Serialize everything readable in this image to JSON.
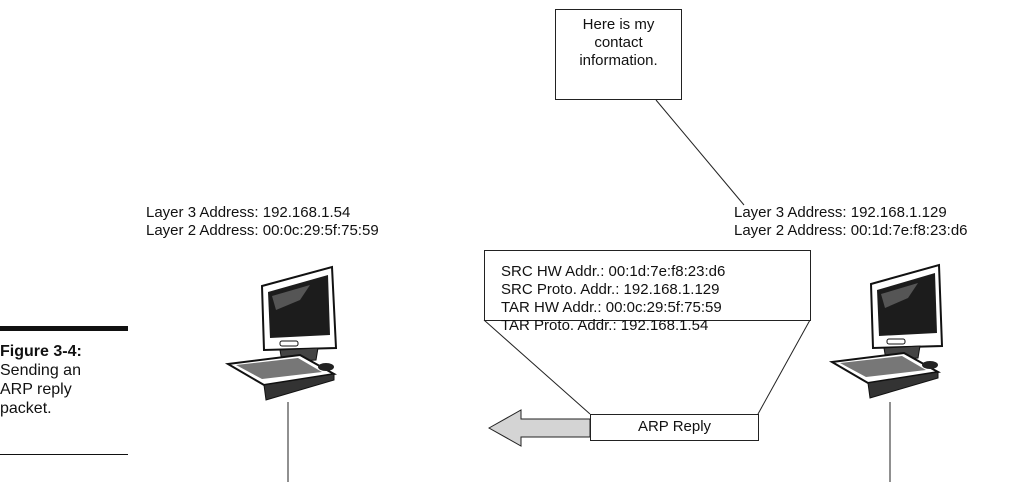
{
  "caption": {
    "label": "Figure 3-4:",
    "lines": [
      "Sending an",
      "ARP reply",
      "packet."
    ]
  },
  "speech_bubble": {
    "lines": [
      "Here is my",
      "contact",
      "information."
    ]
  },
  "left_computer": {
    "layer3": "Layer 3 Address: 192.168.1.54",
    "layer2": "Layer 2 Address: 00:0c:29:5f:75:59"
  },
  "right_computer": {
    "layer3": "Layer 3 Address: 192.168.1.129",
    "layer2": "Layer 2 Address: 00:1d:7e:f8:23:d6"
  },
  "packet": {
    "fields": [
      "SRC HW Addr.: 00:1d:7e:f8:23:d6",
      "SRC Proto. Addr.: 192.168.1.129",
      "TAR HW Addr.: 00:0c:29:5f:75:59",
      "TAR Proto. Addr.: 192.168.1.54"
    ],
    "label": "ARP Reply"
  },
  "colors": {
    "arrow_fill": "#d4d4d4",
    "line": "#222222"
  }
}
